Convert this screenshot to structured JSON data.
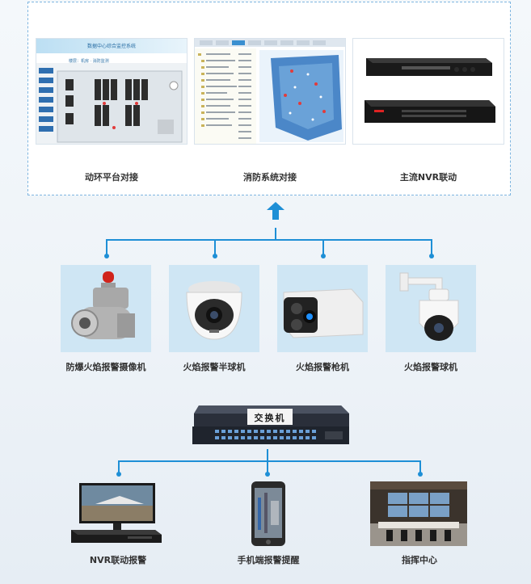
{
  "colors": {
    "accent": "#1e8fd6",
    "card_bg": "#cfe6f4",
    "dashed_border": "#7fb6e0"
  },
  "top_panels": [
    {
      "label": "动环平台对接",
      "screen_title": "数据中心综合监控系统",
      "screen_subtitle": "楼层：机房 · 消防监测"
    },
    {
      "label": "消防系统对接"
    },
    {
      "label": "主流NVR联动"
    }
  ],
  "upload_arrow": "arrow-up-icon",
  "cameras": [
    {
      "label": "防爆火焰报警摄像机"
    },
    {
      "label": "火焰报警半球机"
    },
    {
      "label": "火焰报警枪机"
    },
    {
      "label": "火焰报警球机"
    }
  ],
  "switch": {
    "label": "交换机"
  },
  "bottom": [
    {
      "label": "NVR联动报警"
    },
    {
      "label": "手机端报警提醒"
    },
    {
      "label": "指挥中心"
    }
  ]
}
